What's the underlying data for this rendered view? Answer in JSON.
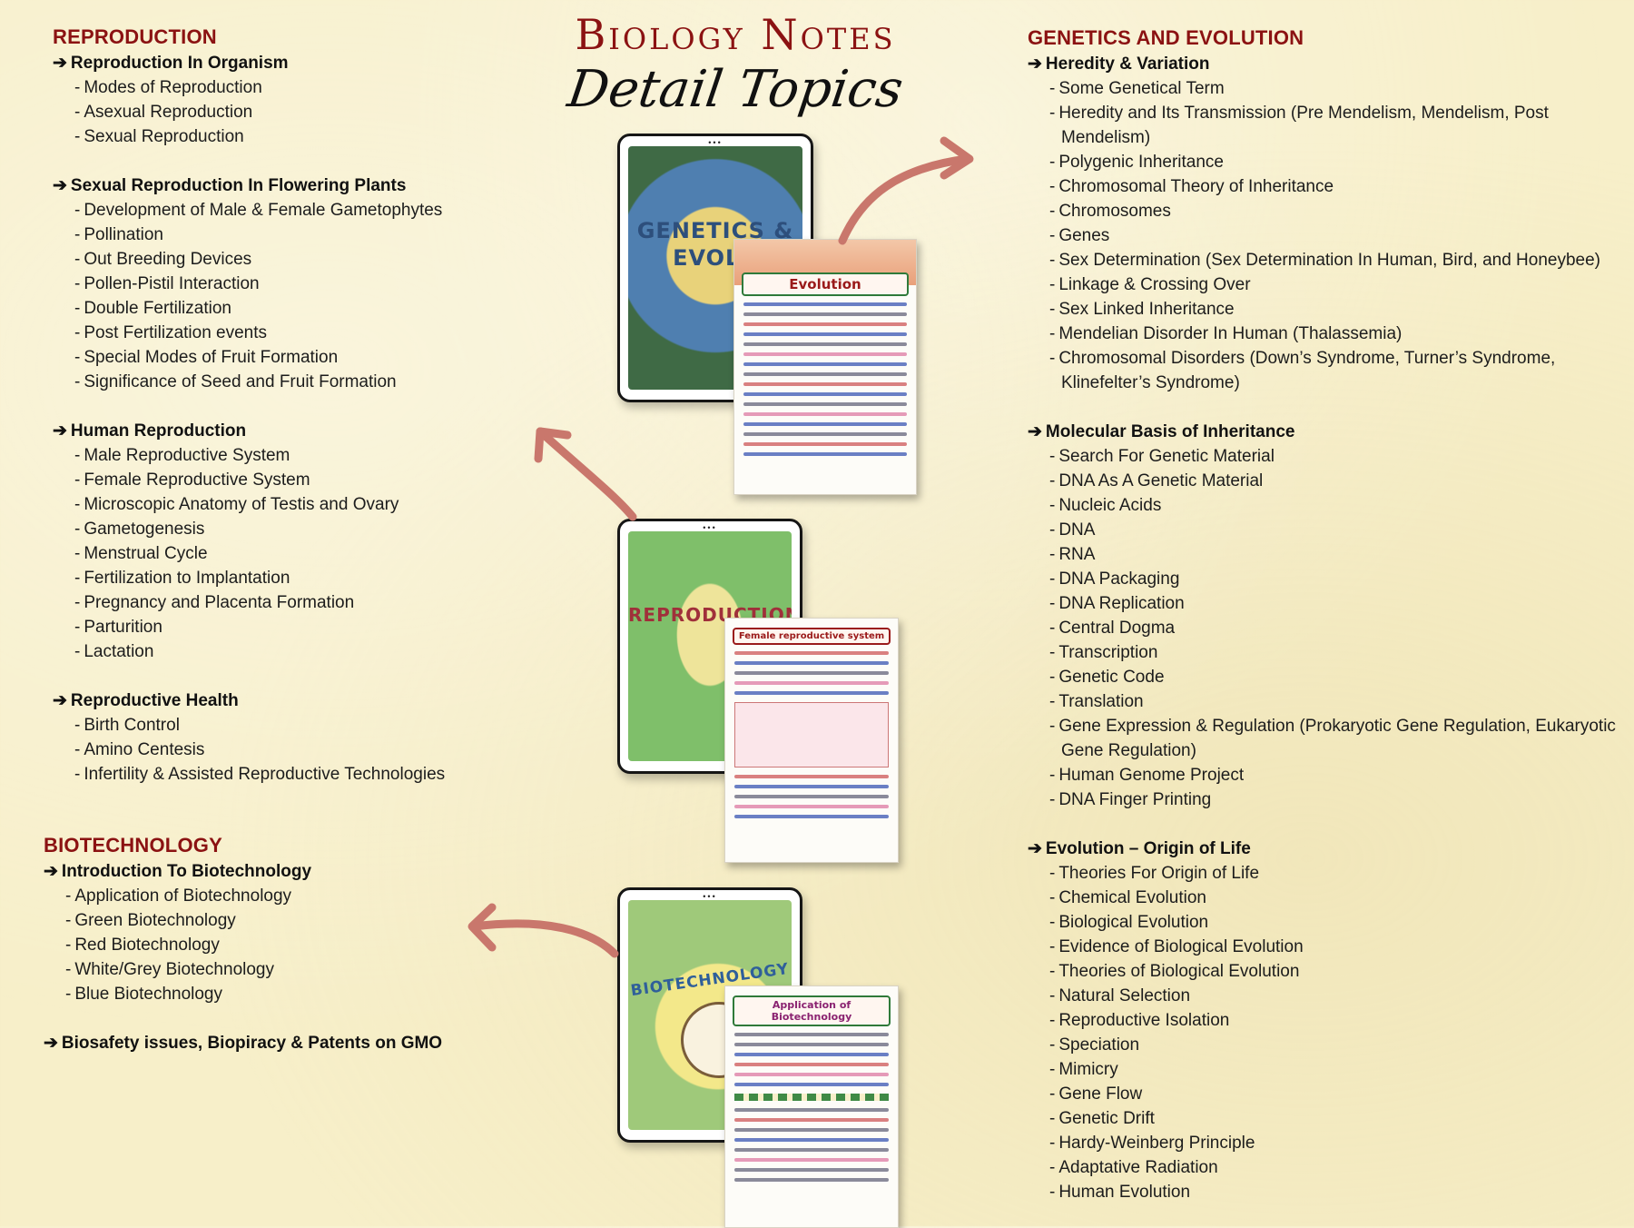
{
  "header": {
    "title": "Biology Notes",
    "subtitle": "Detail Topics"
  },
  "reproduction": {
    "title": "REPRODUCTION",
    "groups": [
      {
        "heading": "Reproduction In Organism",
        "items": [
          "Modes of Reproduction",
          "Asexual Reproduction",
          "Sexual Reproduction"
        ]
      },
      {
        "heading": "Sexual Reproduction In Flowering Plants",
        "items": [
          "Development of Male & Female Gametophytes",
          "Pollination",
          "Out Breeding Devices",
          "Pollen-Pistil Interaction",
          "Double Fertilization",
          "Post Fertilization events",
          "Special Modes of Fruit Formation",
          "Significance of Seed and Fruit Formation"
        ]
      },
      {
        "heading": "Human Reproduction",
        "items": [
          "Male Reproductive System",
          "Female Reproductive System",
          "Microscopic Anatomy of Testis and Ovary",
          "Gametogenesis",
          "Menstrual Cycle",
          "Fertilization to Implantation",
          "Pregnancy and Placenta Formation",
          "Parturition",
          "Lactation"
        ]
      },
      {
        "heading": "Reproductive Health",
        "items": [
          "Birth Control",
          "Amino Centesis",
          "Infertility & Assisted Reproductive Technologies"
        ]
      }
    ]
  },
  "biotechnology": {
    "title": "BIOTECHNOLOGY",
    "groups": [
      {
        "heading": "Introduction To Biotechnology",
        "items": [
          "Application of Biotechnology",
          "Green Biotechnology",
          "Red Biotechnology",
          "White/Grey Biotechnology",
          "Blue Biotechnology"
        ]
      },
      {
        "heading": "Biosafety issues, Biopiracy & Patents on GMO",
        "items": []
      }
    ]
  },
  "genetics": {
    "title": "GENETICS AND EVOLUTION",
    "groups": [
      {
        "heading": "Heredity & Variation",
        "items": [
          "Some Genetical Term",
          "Heredity and Its Transmission (Pre Mendelism, Mendelism, Post Mendelism)",
          "Polygenic Inheritance",
          "Chromosomal Theory of Inheritance",
          "Chromosomes",
          "Genes",
          "Sex Determination (Sex Determination In Human, Bird, and Honeybee)",
          "Linkage & Crossing Over",
          "Sex Linked Inheritance",
          "Mendelian Disorder In Human (Thalassemia)",
          "Chromosomal Disorders (Down’s Syndrome, Turner’s Syndrome, Klinefelter’s Syndrome)"
        ]
      },
      {
        "heading": "Molecular Basis of Inheritance",
        "items": [
          "Search For Genetic Material",
          "DNA As A Genetic Material",
          "Nucleic Acids",
          "DNA",
          "RNA",
          "DNA Packaging",
          "DNA Replication",
          "Central Dogma",
          "Transcription",
          "Genetic Code",
          "Translation",
          "Gene Expression & Regulation (Prokaryotic Gene Regulation, Eukaryotic Gene Regulation)",
          "Human Genome Project",
          "DNA Finger Printing"
        ]
      },
      {
        "heading": "Evolution – Origin of Life",
        "items": [
          "Theories For Origin of Life",
          "Chemical Evolution",
          "Biological Evolution",
          "Evidence of Biological Evolution",
          "Theories of Biological Evolution",
          "Natural Selection",
          "Reproductive Isolation",
          "Speciation",
          "Mimicry",
          "Gene Flow",
          "Genetic Drift",
          "Hardy-Weinberg Principle",
          "Adaptative Radiation",
          "Human Evolution"
        ]
      }
    ]
  },
  "previews": {
    "genetics_cover": "GENETICS & EVOLU",
    "evolution_page": "Evolution",
    "reproduction_cover": "REPRODUCTION",
    "reproduction_page": "Female reproductive system",
    "biotech_cover": "BIOTECHNOLOGY",
    "biotech_page": "Application of Biotechnology"
  },
  "colors": {
    "heading": "#8b1212",
    "arrow": "#c9776c",
    "background": "#f7efc9"
  }
}
